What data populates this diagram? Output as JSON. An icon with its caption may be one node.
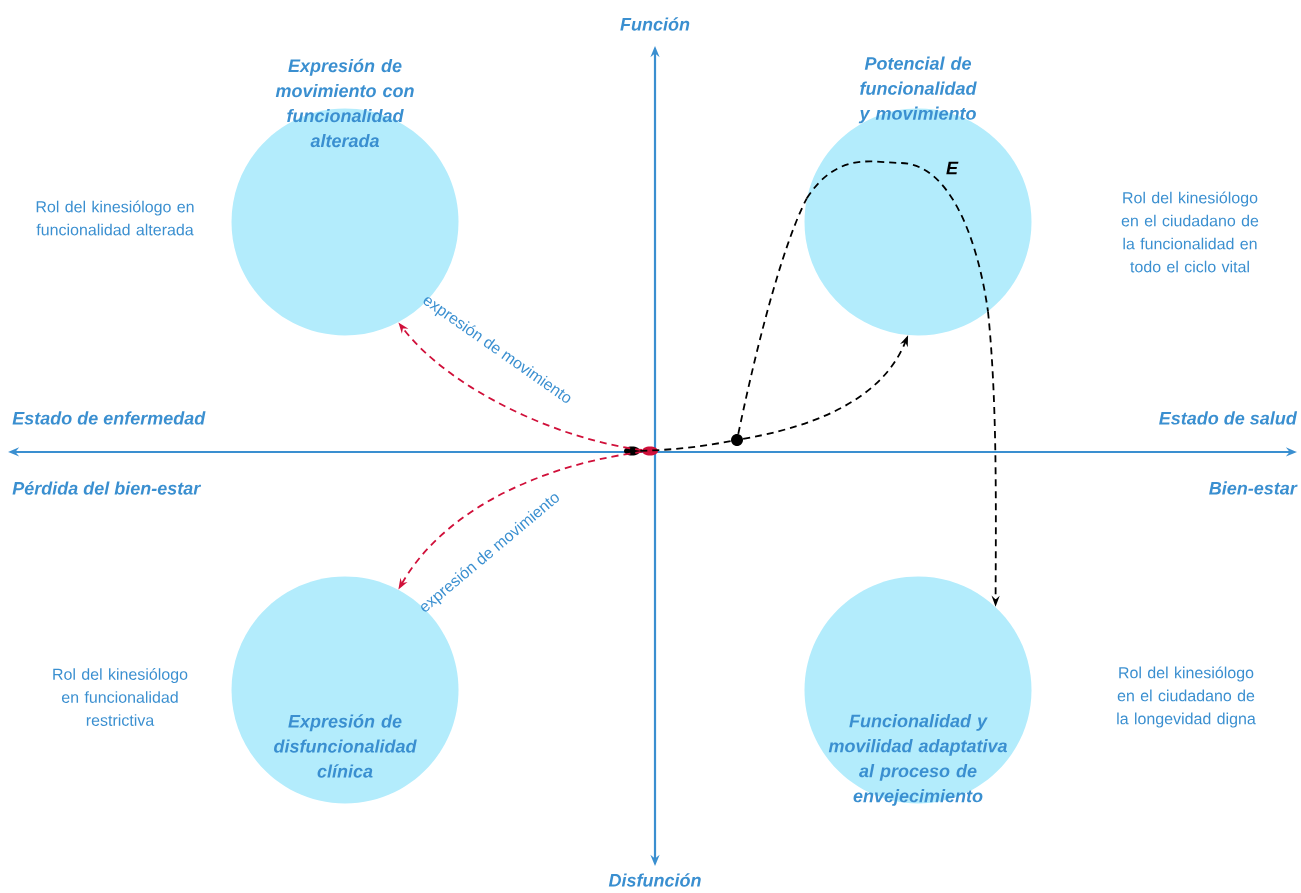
{
  "diagram": {
    "nodes": [
      {
        "text": [
          "Expresión de movimiento con funcionalidad alterada"
        ]
      },
      {
        "text": [
          "Potencial de funcionalidad y movimiento"
        ]
      },
      {
        "text": [
          "Expresión de disfuncionalidad clínica"
        ]
      },
      {
        "text": [
          "Funcionalidad y movilidad adaptativa al proceso de envejecimiento"
        ]
      },
      {
        "text": [],
        "shape": "circle"
      },
      {
        "text": [],
        "shape": "circle"
      },
      {
        "text": [],
        "shape": "circle"
      }
    ],
    "edges": [
      {
        "from": 5,
        "to": 0,
        "arrow": "to",
        "label": "expresión de movimiento",
        "style": "dashed",
        "color": "#d0103a"
      },
      {
        "from": 5,
        "to": 2,
        "arrow": "to",
        "label": "expresión de movimiento",
        "style": "dashed",
        "color": "#d0103a"
      },
      {
        "from": 4,
        "to": 6,
        "arrow": "none",
        "style": "dashed"
      },
      {
        "from": 6,
        "to": 1,
        "arrow": "to",
        "style": "dashed"
      },
      {
        "from": 6,
        "to": 1,
        "arrow": "none",
        "style": "dashed"
      },
      {
        "from": 1,
        "to": 3,
        "arrow": "to",
        "style": "dashed"
      }
    ],
    "labels": [
      "Función",
      "Rol del kinesiólogo en funcionalidad alterada",
      "Rol del kinesiólogo en el ciudadano de la funcionalidad en todo el ciclo vital",
      "E",
      "Estado de enfermedad",
      "Estado de salud",
      "Pérdida del bien-estar",
      "Bien-estar",
      "Rol del kinesiólogo en funcionalidad restrictiva",
      "Rol del kinesiólogo en el ciudadano de la longevidad digna",
      "Disfunción"
    ]
  }
}
